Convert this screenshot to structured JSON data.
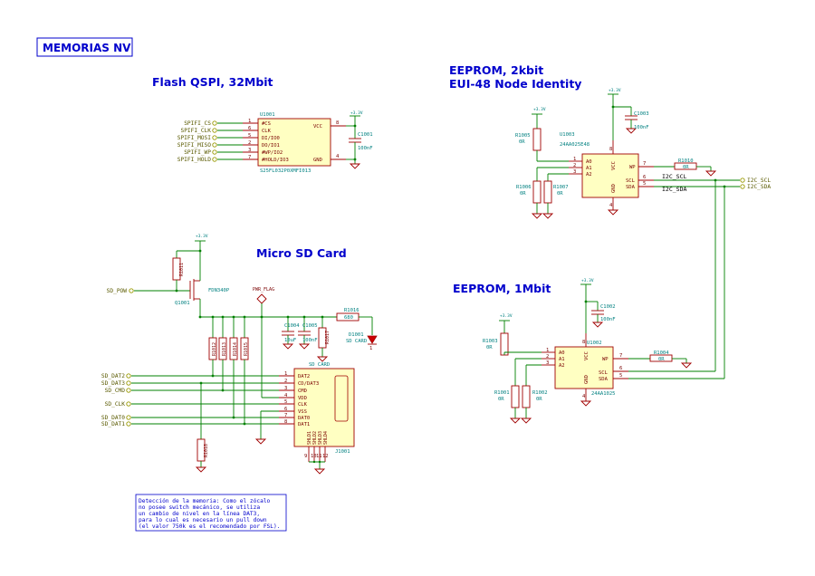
{
  "sheet_title": "MEMORIAS NV",
  "sections": {
    "flash": "Flash QSPI, 32Mbit",
    "eeprom_2k_line1": "EEPROM, 2kbit",
    "eeprom_2k_line2": "EUI-48 Node Identity",
    "sd": "Micro SD Card",
    "eeprom_1m": "EEPROM, 1Mbit"
  },
  "flash": {
    "ref": "U1001",
    "value": "S25FL032P0XMFI013",
    "left_pins": [
      {
        "num": "1",
        "name": "#CS"
      },
      {
        "num": "6",
        "name": "CLK"
      },
      {
        "num": "5",
        "name": "DI/IO0"
      },
      {
        "num": "2",
        "name": "DO/IO1"
      },
      {
        "num": "3",
        "name": "#WP/IO2"
      },
      {
        "num": "7",
        "name": "#HOLD/IO3"
      }
    ],
    "vcc_pin": {
      "num": "8",
      "name": "VCC"
    },
    "gnd_pin": {
      "num": "4",
      "name": "GND"
    },
    "labels": [
      "SPIFI_CS",
      "SPIFI_CLK",
      "SPIFI_MOSI",
      "SPIFI_MISO",
      "SPIFI_WP",
      "SPIFI_HOLD"
    ],
    "cap_ref": "C1001",
    "cap_val": "100nF",
    "power": "+3.3V"
  },
  "eeprom2k": {
    "ref": "U1003",
    "value": "24AA025E48",
    "pins_left": [
      {
        "num": "1",
        "name": "A0"
      },
      {
        "num": "2",
        "name": "A1"
      },
      {
        "num": "3",
        "name": "A2"
      }
    ],
    "wp": {
      "num": "7",
      "name": "WP"
    },
    "scl": {
      "num": "6",
      "name": "SCL"
    },
    "sda": {
      "num": "5",
      "name": "SDA"
    },
    "vcc": {
      "num": "8",
      "name": "VCC"
    },
    "gnd": {
      "num": "4",
      "name": "GND"
    },
    "r_a0": {
      "ref": "R1005",
      "val": "0R"
    },
    "r_a1": {
      "ref": "R1006",
      "val": "0R"
    },
    "r_a2": {
      "ref": "R1007",
      "val": "0R"
    },
    "r_wp": {
      "ref": "R1010",
      "val": "0R"
    },
    "cap": {
      "ref": "C1003",
      "val": "100nF"
    },
    "net_scl": "I2C_SCL",
    "net_sda": "I2C_SDA",
    "port_scl": "I2C_SCL",
    "port_sda": "I2C_SDA",
    "power": "+3.3V"
  },
  "eeprom1m": {
    "ref": "U1002",
    "value": "24AA1025",
    "pins_left": [
      {
        "num": "1",
        "name": "A0"
      },
      {
        "num": "2",
        "name": "A1"
      },
      {
        "num": "3",
        "name": "A2"
      }
    ],
    "wp": {
      "num": "7",
      "name": "WP"
    },
    "scl": {
      "num": "6",
      "name": "SCL"
    },
    "sda": {
      "num": "5",
      "name": "SDA"
    },
    "vcc": {
      "num": "8",
      "name": "VCC"
    },
    "gnd": {
      "num": "4",
      "name": "GND"
    },
    "r_a0": {
      "ref": "R1003",
      "val": "0R"
    },
    "r_a1": {
      "ref": "R1001",
      "val": "0R"
    },
    "r_a2": {
      "ref": "R1002",
      "val": "0R"
    },
    "r_wp": {
      "ref": "R1004",
      "val": "0R"
    },
    "cap": {
      "ref": "C1002",
      "val": "100nF"
    },
    "power": "+3.3V"
  },
  "sd": {
    "connector_title": "SD CARD",
    "connector_ref": "J1001",
    "pins": [
      {
        "num": "1",
        "name": "DAT2"
      },
      {
        "num": "2",
        "name": "CD/DAT3"
      },
      {
        "num": "3",
        "name": "CMD"
      },
      {
        "num": "4",
        "name": "VDD"
      },
      {
        "num": "5",
        "name": "CLK"
      },
      {
        "num": "6",
        "name": "VSS"
      },
      {
        "num": "7",
        "name": "DAT0"
      },
      {
        "num": "8",
        "name": "DAT1"
      }
    ],
    "shield_pins": [
      "SHLD1",
      "SHLD2",
      "SHLD3",
      "SHLD4"
    ],
    "shield_nums": [
      "9",
      "10",
      "11",
      "12"
    ],
    "labels": [
      "SD_DAT2",
      "SD_DAT3",
      "SD_CMD",
      "SD_CLK",
      "SD_DAT0",
      "SD_DAT1"
    ],
    "sd_pow": "SD_POW",
    "q_ref": "Q1001",
    "q_val": "FDN340P",
    "pwr_flag": "PWR_FLAG",
    "r_gate": "R1011",
    "c1": {
      "ref": "C1004",
      "val": "10uF"
    },
    "c2": {
      "ref": "C1005",
      "val": "100nF"
    },
    "r_led": {
      "ref": "R1016",
      "val": "680"
    },
    "r_led_gnd": "R1017",
    "led": {
      "ref": "D1001",
      "val": "SD CARD"
    },
    "led_pin": "1",
    "pullups": [
      "R1012",
      "R1013",
      "R1014",
      "R1015"
    ],
    "r_dat3": "R1018",
    "power": "+3.3V"
  },
  "note": [
    "Detección de la memoria: Como el zócalo",
    "no posee switch mecánico, se utiliza",
    "un cambio de nivel en la línea DAT3,",
    "para lo cual es necesario un pull down",
    "(el valor 750k es el recomendado por FSL)."
  ]
}
